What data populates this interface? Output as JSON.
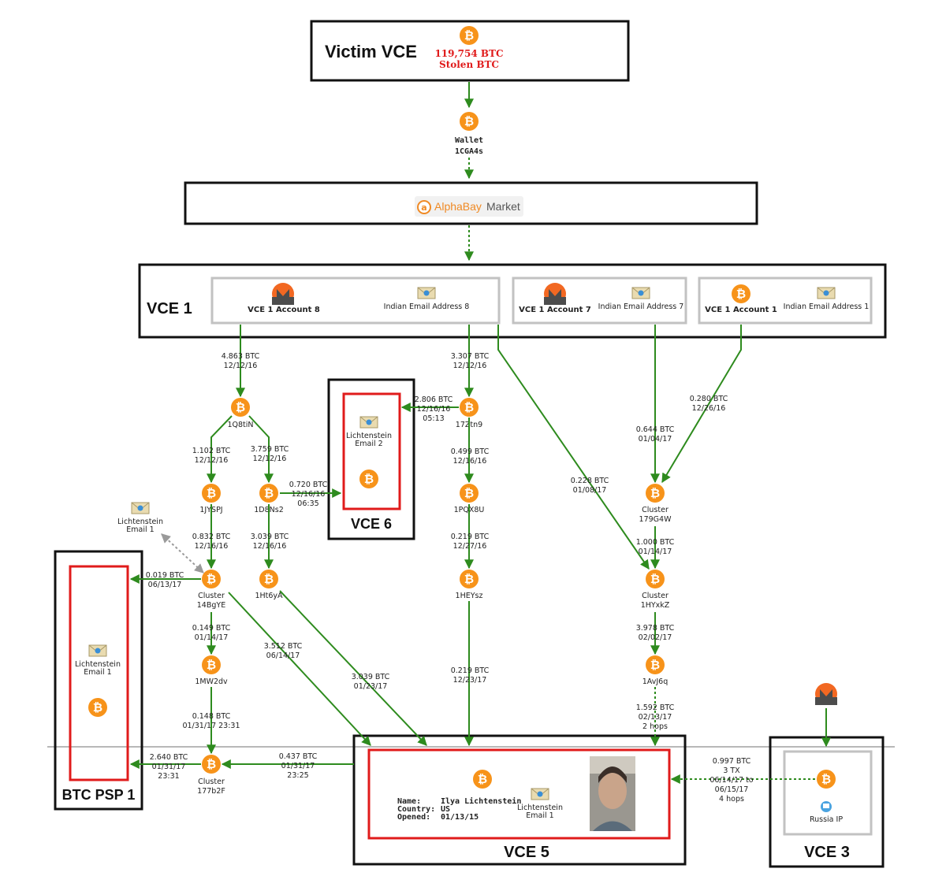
{
  "victim": {
    "title": "Victim VCE",
    "amount": "119,754 BTC",
    "sub": "Stolen BTC"
  },
  "wallet": {
    "name": "Wallet",
    "id": "1CGA4s"
  },
  "alphabay": {
    "name": "AlphaBay",
    "suffix": "Market"
  },
  "vce1": {
    "title": "VCE 1",
    "acct8": "VCE 1 Account 8",
    "email8": "Indian Email Address 8",
    "acct7": "VCE 1 Account 7",
    "email7": "Indian Email Address 7",
    "acct1": "VCE 1 Account 1",
    "email1": "Indian Email Address 1"
  },
  "vce6": {
    "title": "VCE 6",
    "email_l1": "Lichtenstein",
    "email_l2": "Email 2"
  },
  "floating_email": {
    "l1": "Lichtenstein",
    "l2": "Email 1"
  },
  "psp": {
    "title": "BTC PSP 1",
    "email_l1": "Lichtenstein",
    "email_l2": "Email 1"
  },
  "vce5": {
    "title": "VCE 5",
    "name_k": "Name:",
    "name_v": "Ilya Lichtenstein",
    "country_k": "Country:",
    "country_v": "US",
    "opened_k": "Opened:",
    "opened_v": "01/13/15",
    "email_l1": "Lichtenstein",
    "email_l2": "Email 1"
  },
  "vce3": {
    "title": "VCE 3",
    "ip": "Russia IP"
  },
  "nodes": {
    "n1Q8tiN": "1Q8tiN",
    "n17Ztn9": "17Ztn9",
    "n1JYSPJ": "1JYSPJ",
    "n1D8Ns2": "1D8Ns2",
    "n1PQX8U": "1PQX8U",
    "c179": [
      "Cluster",
      "179G4W"
    ],
    "c14B": [
      "Cluster",
      "14BgYE"
    ],
    "n1Ht6yA": "1Ht6yA",
    "n1HEYsz": "1HEYsz",
    "c1HY": [
      "Cluster",
      "1HYxkZ"
    ],
    "n1MW2dv": "1MW2dv",
    "n1AvJ6q": "1AvJ6q",
    "c177": [
      "Cluster",
      "177b2F"
    ]
  },
  "flows": {
    "f1": [
      "4.863 BTC",
      "12/12/16"
    ],
    "f2": [
      "3.307 BTC",
      "12/12/16"
    ],
    "f3": [
      "2.806 BTC",
      "12/16/16",
      "05:13"
    ],
    "f4": [
      "1.102 BTC",
      "12/12/16"
    ],
    "f5": [
      "3.759 BTC",
      "12/12/16"
    ],
    "f6": [
      "0.720 BTC",
      "12/16/16",
      "06:35"
    ],
    "f7": [
      "0.499 BTC",
      "12/16/16"
    ],
    "f8": [
      "0.228 BTC",
      "01/08/17"
    ],
    "f9": [
      "0.644 BTC",
      "01/04/17"
    ],
    "f10": [
      "0.280 BTC",
      "12/26/16"
    ],
    "f11": [
      "0.832 BTC",
      "12/16/16"
    ],
    "f12": [
      "3.039 BTC",
      "12/16/16"
    ],
    "f13": [
      "0.219 BTC",
      "12/27/16"
    ],
    "f14": [
      "1.000 BTC",
      "01/14/17"
    ],
    "f15": [
      "0.019 BTC",
      "06/13/17"
    ],
    "f16": [
      "0.149 BTC",
      "01/14/17"
    ],
    "f17": [
      "3.512 BTC",
      "06/14/17"
    ],
    "f18": [
      "3.039 BTC",
      "01/23/17"
    ],
    "f19": [
      "0.219 BTC",
      "12/23/17"
    ],
    "f20": [
      "3.978 BTC",
      "02/02/17"
    ],
    "f21": [
      "0.148 BTC",
      "01/31/17 23:31"
    ],
    "f22": [
      "1.592 BTC",
      "02/13/17",
      "2 hops"
    ],
    "f23": [
      "2.640 BTC",
      "01/31/17",
      "23:31"
    ],
    "f24": [
      "0.437 BTC",
      "01/31/17",
      "23:25"
    ],
    "f25": [
      "0.997 BTC",
      "3 TX",
      "06/14/17 to",
      "06/15/17",
      "4 hops"
    ]
  },
  "colors": {
    "flow": "#2e8b1e",
    "btc": "#f7931a",
    "monero": "#f26822",
    "red": "#e01b1b"
  }
}
